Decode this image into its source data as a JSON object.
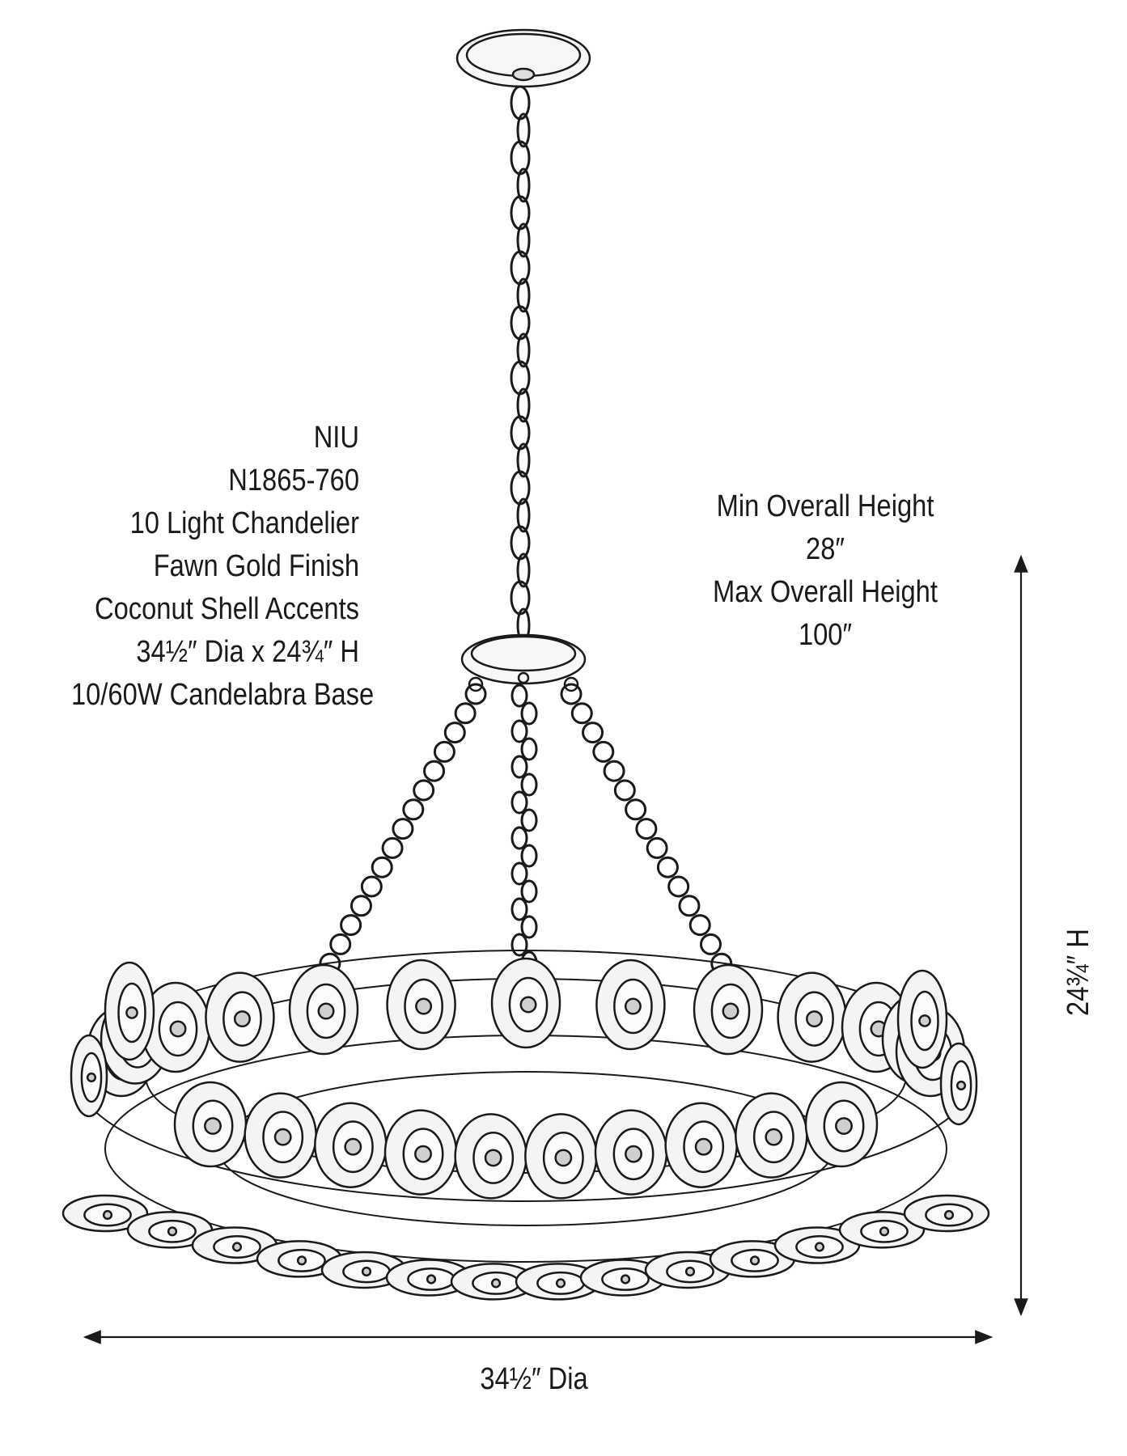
{
  "product": {
    "brand": "NIU",
    "model": "N1865-760",
    "type": "10 Light Chandelier",
    "finish": "Fawn Gold Finish",
    "accents": "Coconut Shell Accents",
    "size": "34½″ Dia x 24¾″ H",
    "bulbs": "10/60W Candelabra Base"
  },
  "heights": {
    "min_label": "Min Overall Height",
    "min_value": "28″",
    "max_label": "Max Overall Height",
    "max_value": "100″"
  },
  "dimensions": {
    "diameter": "34½″ Dia",
    "height": "24¾″ H"
  },
  "illustration": {
    "subject": "chandelier-line-drawing",
    "line_color": "#1a1a1a",
    "background": "#ffffff"
  }
}
